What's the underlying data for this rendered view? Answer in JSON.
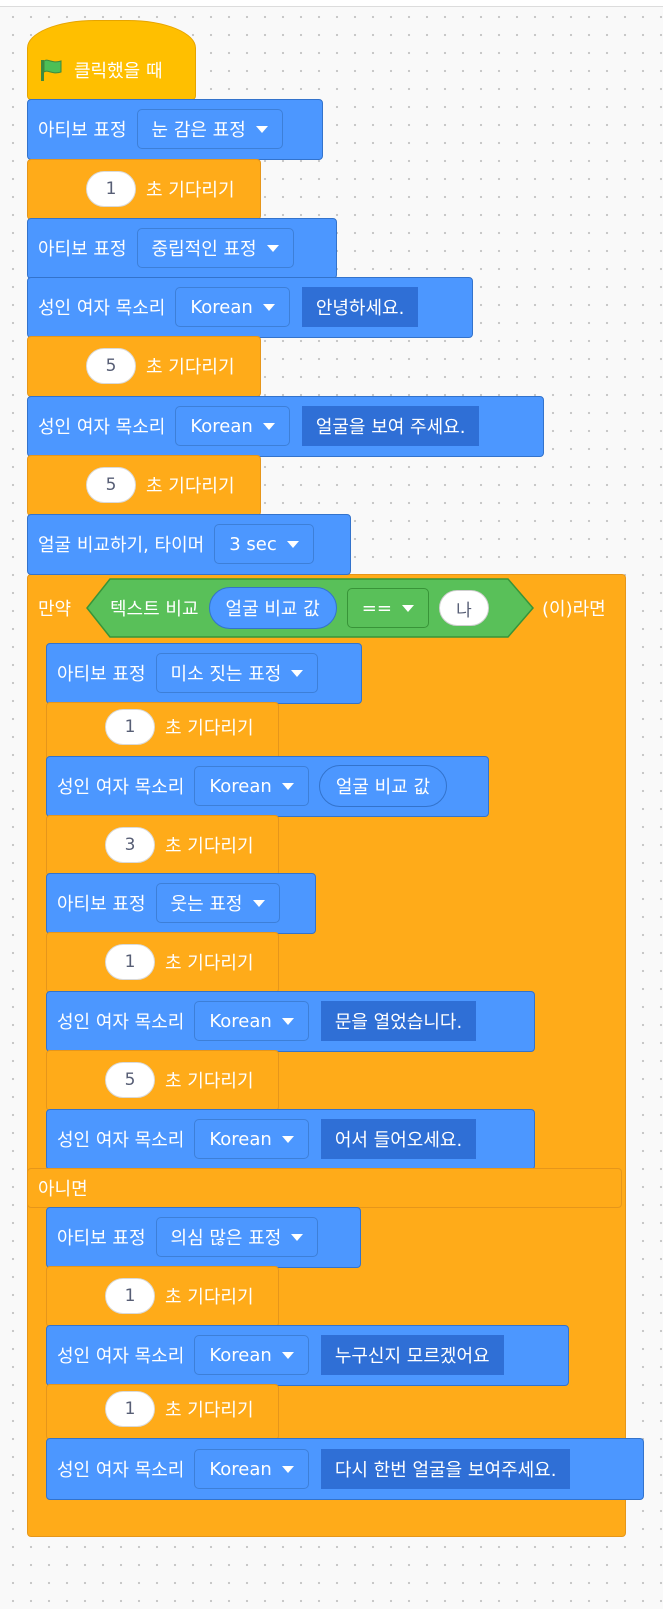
{
  "hat": {
    "label": "클릭했을 때"
  },
  "stack1": [
    {
      "label": "아티보 표정",
      "dropdown": "눈 감은 표정"
    },
    {
      "wait": "1",
      "label": "초 기다리기"
    },
    {
      "label": "아티보 표정",
      "dropdown": "중립적인 표정"
    },
    {
      "label": "성인 여자 목소리",
      "dropdown": "Korean",
      "text": "안녕하세요."
    },
    {
      "wait": "5",
      "label": "초 기다리기"
    },
    {
      "label": "성인 여자 목소리",
      "dropdown": "Korean",
      "text": "얼굴을 보여 주세요."
    },
    {
      "wait": "5",
      "label": "초 기다리기"
    },
    {
      "label": "얼굴 비교하기, 타이머",
      "dropdown": "3 sec"
    }
  ],
  "if": {
    "label": "만약",
    "suffix": "(이)라면",
    "else_label": "아니면",
    "condition": {
      "label": "텍스트 비교",
      "reporter": "얼굴 비교 값",
      "operator": "==",
      "value": "나"
    }
  },
  "then": [
    {
      "label": "아티보 표정",
      "dropdown": "미소 짓는 표정"
    },
    {
      "wait": "1",
      "label": "초 기다리기"
    },
    {
      "label": "성인 여자 목소리",
      "dropdown": "Korean",
      "reporter": "얼굴 비교 값"
    },
    {
      "wait": "3",
      "label": "초 기다리기"
    },
    {
      "label": "아티보 표정",
      "dropdown": "웃는 표정"
    },
    {
      "wait": "1",
      "label": "초 기다리기"
    },
    {
      "label": "성인 여자 목소리",
      "dropdown": "Korean",
      "text": "문을 열었습니다."
    },
    {
      "wait": "5",
      "label": "초 기다리기"
    },
    {
      "label": "성인 여자 목소리",
      "dropdown": "Korean",
      "text": "어서 들어오세요."
    }
  ],
  "else": [
    {
      "label": "아티보 표정",
      "dropdown": "의심 많은 표정"
    },
    {
      "wait": "1",
      "label": "초 기다리기"
    },
    {
      "label": "성인 여자 목소리",
      "dropdown": "Korean",
      "text": "누구신지 모르겠어요"
    },
    {
      "wait": "1",
      "label": "초 기다리기"
    },
    {
      "label": "성인 여자 목소리",
      "dropdown": "Korean",
      "text": "다시 한번 얼굴을 보여주세요."
    }
  ],
  "colors": {
    "motion_blue": "#4c97ff",
    "control_orange": "#ffab19",
    "event_yellow": "#ffbf00",
    "operator_green": "#59c059"
  },
  "icons": {
    "hat": "green-flag-icon",
    "dropdown": "caret-down-icon"
  }
}
